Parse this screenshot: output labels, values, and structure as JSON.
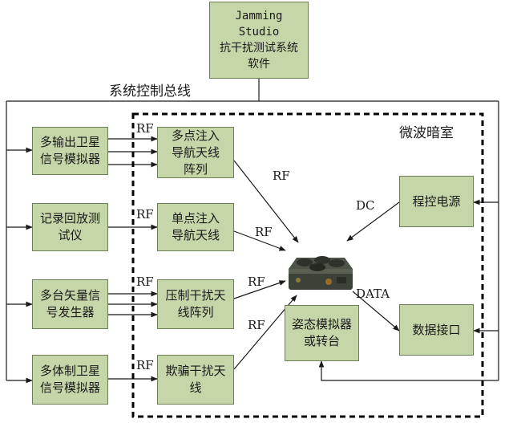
{
  "top_box": {
    "label": "Jamming Studio\n抗干扰测试系统\n软件"
  },
  "bus_label": "系统控制总线",
  "chamber_label": "微波暗室",
  "left_boxes": [
    {
      "label": "多输出卫星\n信号模拟器"
    },
    {
      "label": "记录回放测\n试仪"
    },
    {
      "label": "多台矢量信\n号发生器"
    },
    {
      "label": "多体制卫星\n信号模拟器"
    }
  ],
  "antenna_boxes": [
    {
      "label": "多点注入\n导航天线\n阵列"
    },
    {
      "label": "单点注入\n导航天线"
    },
    {
      "label": "压制干扰天\n线阵列"
    },
    {
      "label": "欺骗干扰天\n线"
    }
  ],
  "right_boxes": {
    "power": {
      "label": "程控电源"
    },
    "data": {
      "label": "数据接口"
    },
    "attitude": {
      "label": "姿态模拟器\n或转台"
    }
  },
  "link_labels": {
    "rf_left": [
      "RF",
      "RF",
      "RF",
      "RF"
    ],
    "rf_right": [
      "RF",
      "RF",
      "RF",
      "RF"
    ],
    "dc": "DC",
    "data": "DATA"
  },
  "colors": {
    "box_fill": "#c5d6a8",
    "box_border": "#6d7d55",
    "line": "#1a1a1a"
  }
}
